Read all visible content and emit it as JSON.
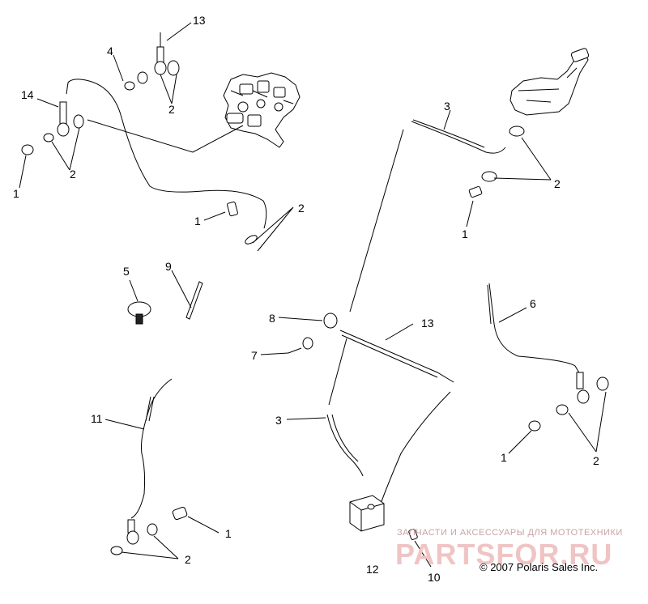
{
  "callouts": {
    "c13_top": "13",
    "c4": "4",
    "c14": "14",
    "c2_top_a": "2",
    "c2_top_b": "2",
    "c1_left": "1",
    "c1_mid": "1",
    "c2_mid": "2",
    "c3_top": "3",
    "c2_right_top": "2",
    "c1_right_top": "1",
    "c5": "5",
    "c9": "9",
    "c8": "8",
    "c7": "7",
    "c13_mid": "13",
    "c6": "6",
    "c11": "11",
    "c3_low": "3",
    "c1_right_low": "1",
    "c2_right_low": "2",
    "c1_bottom": "1",
    "c2_bottom": "2",
    "c12": "12",
    "c10": "10"
  },
  "watermark": {
    "caption": "ЗАПЧАСТИ И АКСЕССУАРЫ ДЛЯ МОТОТЕХНИКИ",
    "brand": "PARTSFOR.RU"
  },
  "copyright": "© 2007 Polaris Sales Inc.",
  "colors": {
    "line": "#000000",
    "watermark": "#f0c4c4"
  }
}
